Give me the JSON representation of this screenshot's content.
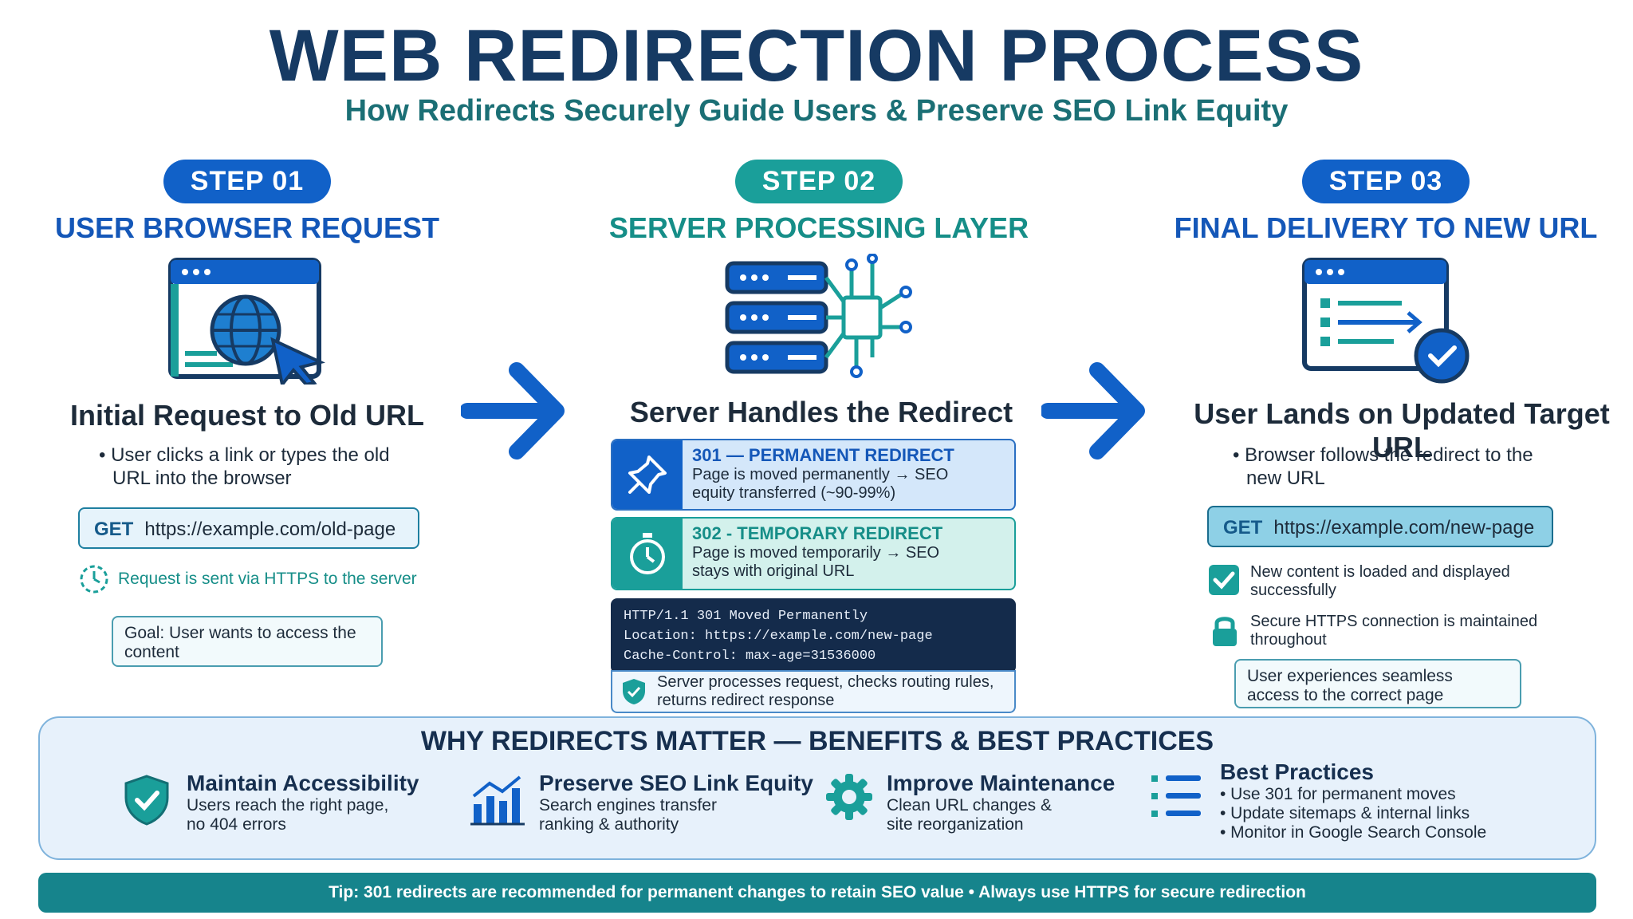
{
  "header": {
    "title": "WEB REDIRECTION PROCESS",
    "subtitle": "How Redirects Securely Guide Users & Preserve SEO Link Equity"
  },
  "colors": {
    "blue": "#1161c8",
    "teal": "#1a9f9a",
    "navy": "#163a63"
  },
  "steps": [
    {
      "pill": "STEP 01",
      "title": "USER BROWSER REQUEST",
      "icon": "browser-globe-cursor-icon",
      "heading": "Initial Request to Old URL",
      "bullet_line1": "• User clicks a link or types the old",
      "bullet_line2": "URL into the browser",
      "method": "GET",
      "url": "https://example.com/old-page",
      "note": "Request is sent via HTTPS to the server",
      "goal": "Goal: User wants to access the content"
    },
    {
      "pill": "STEP 02",
      "title": "SERVER PROCESSING LAYER",
      "icon": "server-circuit-icon",
      "heading": "Server Handles the Redirect",
      "card1_title": "301 — PERMANENT REDIRECT",
      "card1_text": "Page is moved permanently → SEO equity transferred (~90-99%)",
      "card2_title": "302 - TEMPORARY REDIRECT",
      "card2_text": "Page is moved temporarily → SEO stays with original URL",
      "code_line1": "HTTP/1.1 301 Moved Permanently",
      "code_line2": "Location: https://example.com/new-page",
      "code_line3": "Cache-Control: max-age=31536000",
      "note": "Server processes request, checks routing rules, returns redirect response"
    },
    {
      "pill": "STEP 03",
      "title": "FINAL DELIVERY TO NEW URL",
      "icon": "browser-list-check-icon",
      "heading": "User Lands on Updated Target URL",
      "bullet_line1": "• Browser follows the redirect to the",
      "bullet_line2": "new URL",
      "method": "GET",
      "url": "https://example.com/new-page",
      "check1": "New content is loaded and displayed successfully",
      "check2": "Secure HTTPS connection is maintained throughout",
      "goal": "User experiences seamless access to the correct page"
    }
  ],
  "benefits": {
    "title": "WHY REDIRECTS MATTER — BENEFITS & BEST PRACTICES",
    "items": [
      {
        "title": "Maintain Accessibility",
        "line1": "Users reach the right page,",
        "line2": "no 404 errors",
        "icon": "shield-check-icon"
      },
      {
        "title": "Preserve SEO Link Equity",
        "line1": "Search engines transfer",
        "line2": "ranking & authority",
        "icon": "bar-chart-icon"
      },
      {
        "title": "Improve Maintenance",
        "line1": "Clean URL changes &",
        "line2": "site reorganization",
        "icon": "gear-icon"
      },
      {
        "title": "Best Practices",
        "line1": "• Use 301 for permanent moves",
        "line2": "• Update sitemaps & internal links",
        "line3": "• Monitor in Google Search Console",
        "icon": "list-icon"
      }
    ]
  },
  "tip": "Tip: 301 redirects are recommended for permanent changes to retain SEO value • Always use HTTPS for secure redirection"
}
